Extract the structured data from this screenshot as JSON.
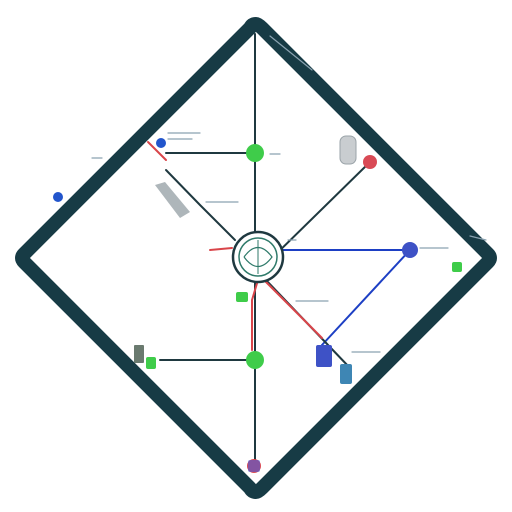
{
  "colors": {
    "frame": "#173b45",
    "line_dark": "#1f3940",
    "line_blue": "#1d3fc4",
    "line_red": "#d9454a",
    "node_green": "#3fcc4a",
    "node_red": "#d94a55",
    "node_blue": "#3e52c6",
    "node_teal": "#3e86b4",
    "label_gray": "#8aa2b0"
  },
  "diagram": {
    "shape": "diamond",
    "center": "hub",
    "nodes": [
      {
        "id": "hub",
        "kind": "circle-hub",
        "color": "#1f3940"
      },
      {
        "id": "top-node",
        "kind": "dot",
        "color": "#3fcc4a"
      },
      {
        "id": "middle-node",
        "kind": "dot",
        "color": "#3fcc4a"
      },
      {
        "id": "bottom-node",
        "kind": "dot",
        "color": "#d94a55"
      },
      {
        "id": "right-node",
        "kind": "dot",
        "color": "#3e52c6"
      },
      {
        "id": "upper-right-node",
        "kind": "dot",
        "color": "#d94a55"
      },
      {
        "id": "left-corner-node",
        "kind": "dot",
        "color": "#2255cc"
      }
    ],
    "icons": [
      "cylinder-icon",
      "server-icon",
      "folder-icon",
      "device-icon",
      "small-square-icon",
      "window-icon",
      "document-icon"
    ]
  }
}
